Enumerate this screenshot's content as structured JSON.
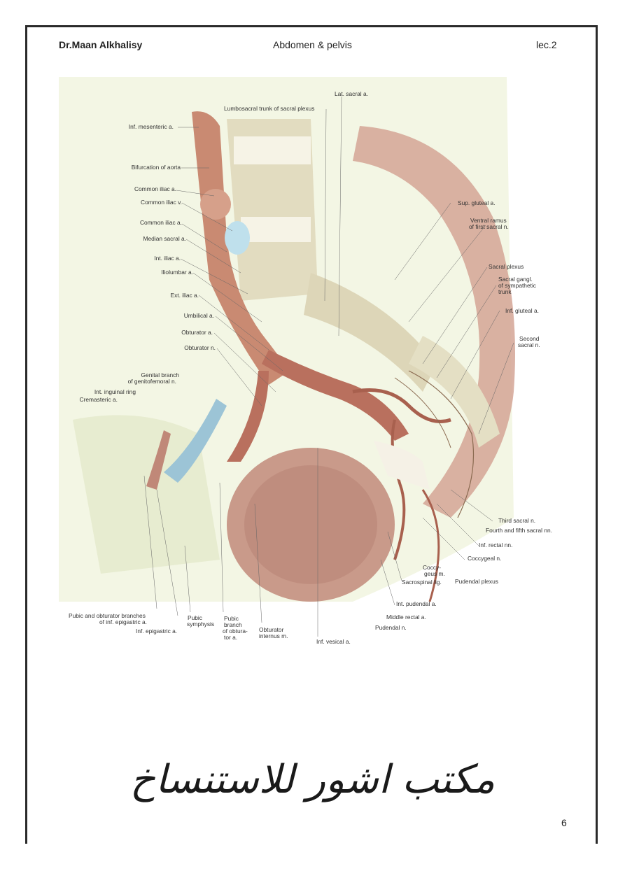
{
  "header": {
    "author": "Dr.Maan Alkhalisy",
    "subject": "Abdomen & pelvis",
    "lecture": "lec.2"
  },
  "figure": {
    "labels_left": [
      "Inf. mesenteric a.",
      "Bifurcation of aorta",
      "Common iliac a.",
      "Common iliac v.",
      "Common iliac a.",
      "Median sacral a.",
      "Int. iliac a.",
      "Iliolumbar a.",
      "Ext. iliac a.",
      "Umbilical a.",
      "Obturator a.",
      "Obturator n.",
      "Genital branch",
      "of genitofemoral n.",
      "Int. inguinal ring",
      "Cremasteric a."
    ],
    "labels_top": [
      "Lat. sacral a.",
      "Lumbosacral trunk of sacral plexus"
    ],
    "labels_right": [
      "Sup. gluteal a.",
      "Ventral ramus",
      "of first sacral n.",
      "Sacral plexus",
      "Sacral gangl.",
      "of sympathetic",
      "trunk",
      "Inf. gluteal a.",
      "Second",
      "sacral n.",
      "Third sacral n.",
      "Fourth and fifth sacral nn.",
      "Inf. rectal nn.",
      "Coccygeal n.",
      "Coccy-",
      "geus m.",
      "Sacrospinal lig.",
      "Pudendal plexus",
      "Int. pudendal a.",
      "Middle rectal a.",
      "Pudendal n."
    ],
    "labels_bottom": [
      "Pubic and obturator branches",
      "of inf. epigastric a.",
      "Inf. epigastric a.",
      "Pubic",
      "symphysis",
      "Pubic",
      "branch",
      "of obtura-",
      "tor a.",
      "Obturator",
      "internus m.",
      "Inf. vesical a."
    ]
  },
  "footer": {
    "stamp": "مكتب اشور للاستنساخ",
    "page_number": "6"
  },
  "colors": {
    "muscle": "#c99a8a",
    "bone": "#e9e4c8",
    "artery": "#b9705e",
    "vein": "#9cc4d6",
    "background_tint": "#eef2d8"
  }
}
